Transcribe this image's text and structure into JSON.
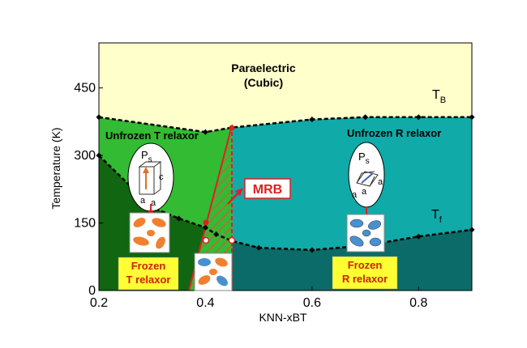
{
  "chart_data": {
    "type": "phase-diagram",
    "xlabel": "KNN-xBT",
    "ylabel": "Temperature (K)",
    "xlim": [
      0.2,
      0.9
    ],
    "ylim": [
      0,
      550
    ],
    "x_ticks": [
      {
        "value": 0.2,
        "label": "0.2"
      },
      {
        "value": 0.4,
        "label": "0.4"
      },
      {
        "value": 0.6,
        "label": "0.6"
      },
      {
        "value": 0.8,
        "label": "0.8"
      }
    ],
    "y_ticks": [
      {
        "value": 0,
        "label": "0"
      },
      {
        "value": 150,
        "label": "150"
      },
      {
        "value": 300,
        "label": "300"
      },
      {
        "value": 450,
        "label": "450"
      }
    ],
    "TB_boundary": [
      [
        0.2,
        385
      ],
      [
        0.4,
        352
      ],
      [
        0.45,
        362
      ],
      [
        0.6,
        380
      ],
      [
        0.7,
        385
      ],
      [
        0.8,
        385
      ],
      [
        0.9,
        385
      ]
    ],
    "Tf_T_boundary": [
      [
        0.2,
        300
      ],
      [
        0.3,
        185
      ],
      [
        0.35,
        160
      ],
      [
        0.4,
        140
      ],
      [
        0.42,
        125
      ],
      [
        0.45,
        110
      ]
    ],
    "Tf_R_boundary": [
      [
        0.45,
        110
      ],
      [
        0.5,
        95
      ],
      [
        0.6,
        90
      ],
      [
        0.7,
        100
      ],
      [
        0.8,
        120
      ],
      [
        0.9,
        135
      ]
    ],
    "mrb_range": [
      0.4,
      0.45
    ],
    "labels": {
      "paraelectric": "Paraelectric",
      "paraelectric_sub": "(Cubic)",
      "tb": "T",
      "tb_sub": "B",
      "tf": "T",
      "tf_sub": "f",
      "unfrozen_t": "Unfrozen T relaxor",
      "unfrozen_r": "Unfrozen R relaxor",
      "frozen_t_1": "Frozen",
      "frozen_t_2": "T relaxor",
      "frozen_r_1": "Frozen",
      "frozen_r_2": "R relaxor",
      "mrb": "MRB",
      "ps": "P",
      "ps_sub": "s",
      "a": "a",
      "c": "c"
    },
    "colors": {
      "paraelectric": "#ffffcc",
      "unfrozen_t": "#33bb33",
      "frozen_t": "#116611",
      "unfrozen_r": "#10aaa8",
      "frozen_r": "#0b6b68",
      "mrb": "#e02020",
      "frozen_label_bg": "#ffff33"
    }
  }
}
